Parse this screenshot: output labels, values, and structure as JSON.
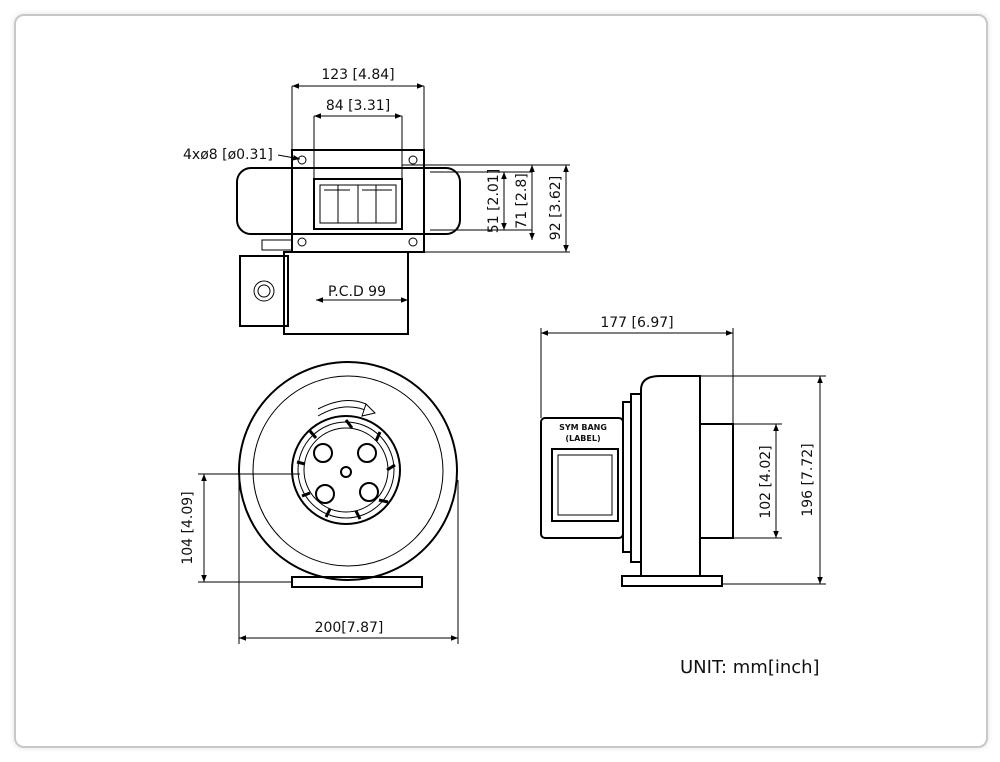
{
  "top_view": {
    "overall_width": "123 [4.84]",
    "flange_width": "84 [3.31]",
    "holes": "4xø8 [ø0.31]",
    "outlet_h": "51 [2.01]",
    "bolt_h": "71 [2.8]",
    "flange_h": "92 [3.62]",
    "pcd": "P.C.D 99"
  },
  "front_view": {
    "height": "104 [4.09]",
    "width": "200[7.87]"
  },
  "side_view": {
    "depth": "177 [6.97]",
    "inlet": "102 [4.02]",
    "height": "196 [7.72]",
    "label_line1": "SYM BANG",
    "label_line2": "(LABEL)"
  },
  "unit": "UNIT: mm[inch]"
}
